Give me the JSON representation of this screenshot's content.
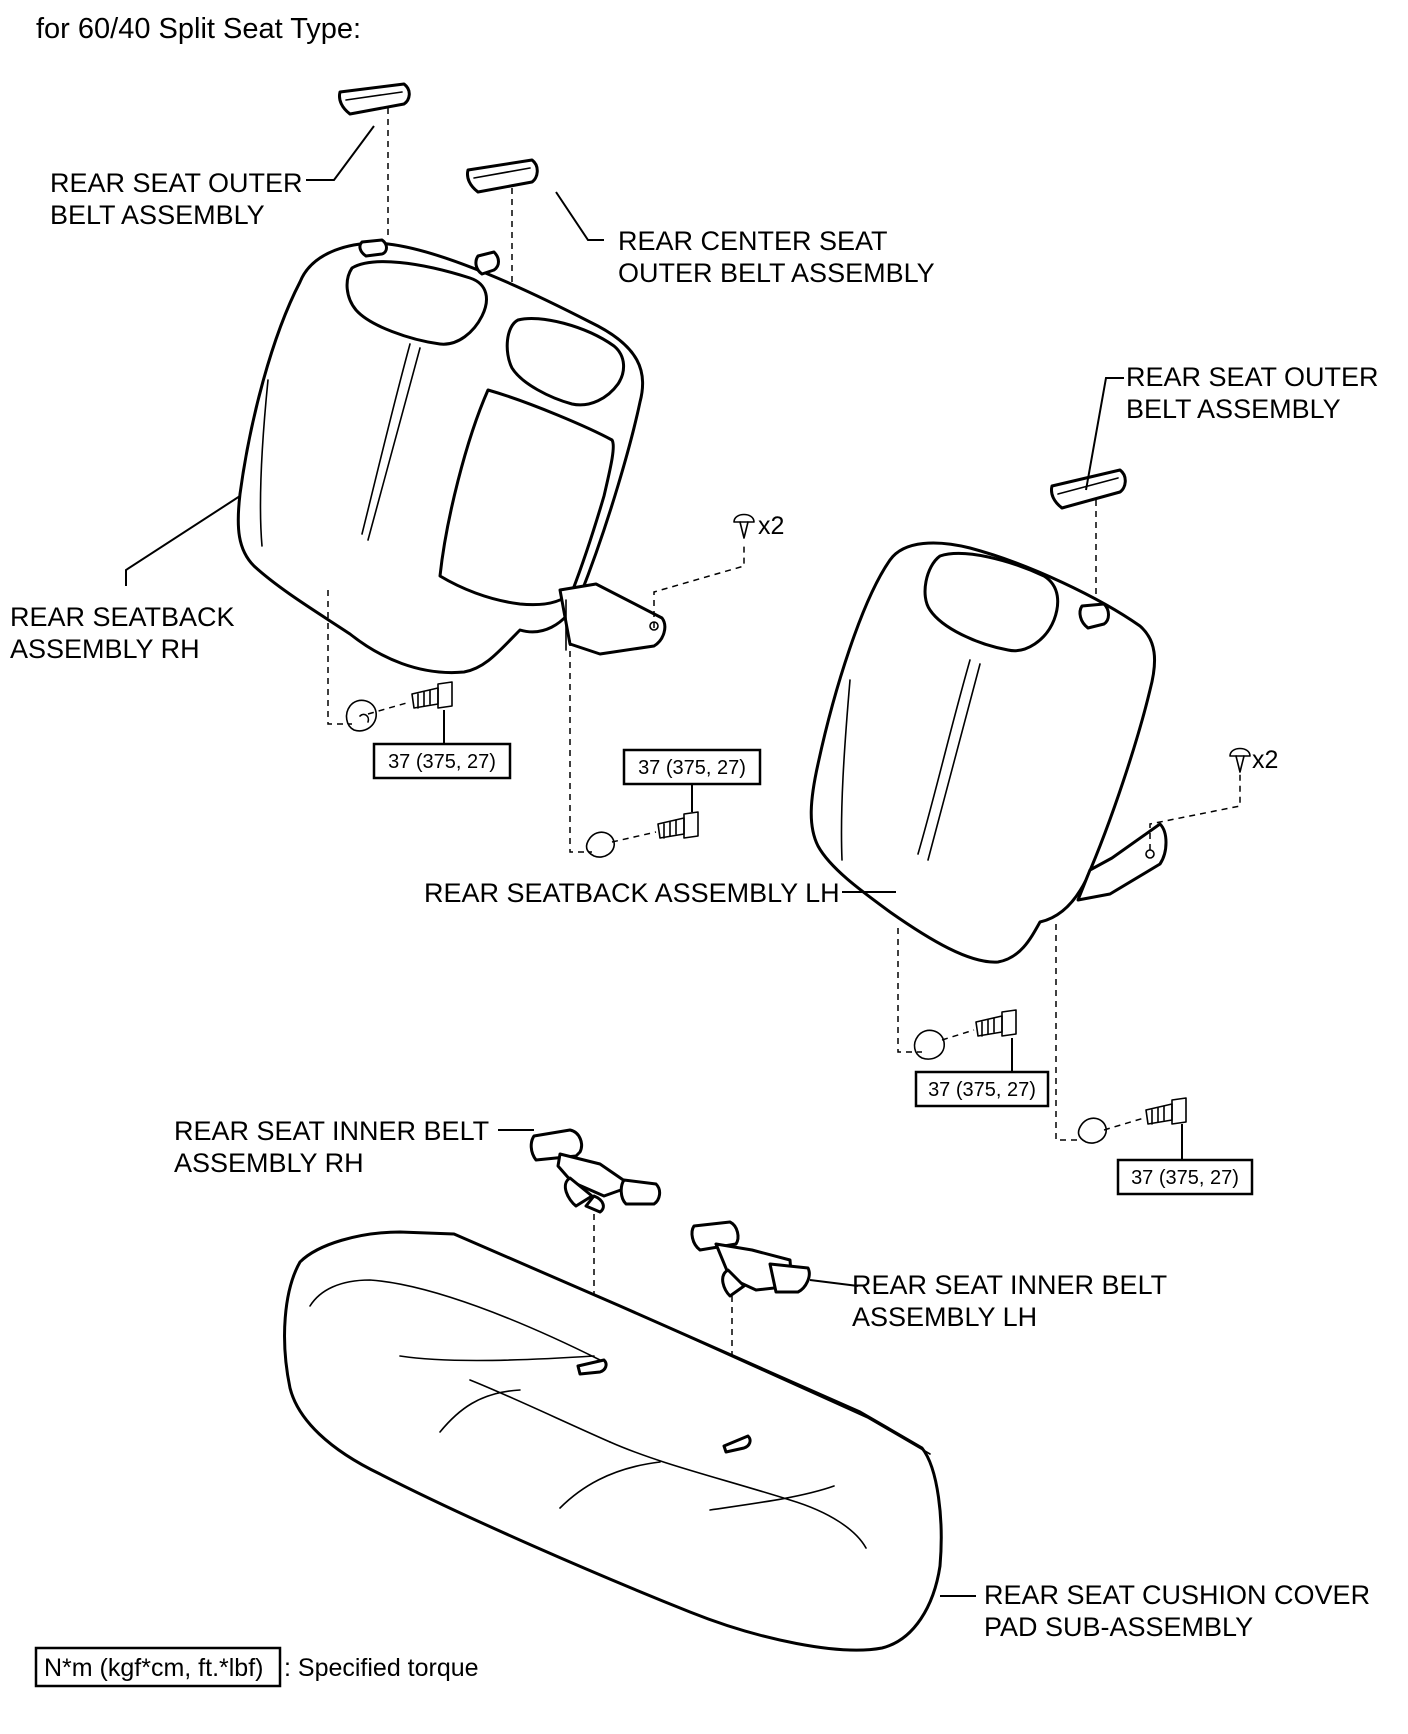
{
  "title": "for 60/40 Split Seat Type:",
  "labels": {
    "rear_seat_outer_belt_rh": [
      "REAR SEAT OUTER",
      "BELT ASSEMBLY"
    ],
    "rear_center_seat_outer_belt": [
      "REAR CENTER SEAT",
      "OUTER BELT ASSEMBLY"
    ],
    "rear_seat_outer_belt_lh": [
      "REAR SEAT OUTER",
      "BELT ASSEMBLY"
    ],
    "rear_seatback_rh": [
      "REAR SEATBACK",
      "ASSEMBLY RH"
    ],
    "rear_seatback_lh": "REAR SEATBACK ASSEMBLY LH",
    "rear_seat_inner_belt_rh": [
      "REAR SEAT INNER BELT",
      "ASSEMBLY RH"
    ],
    "rear_seat_inner_belt_lh": [
      "REAR SEAT INNER BELT",
      "ASSEMBLY LH"
    ],
    "rear_seat_cushion": [
      "REAR SEAT CUSHION COVER",
      "PAD SUB-ASSEMBLY"
    ]
  },
  "clip_qty": "x2",
  "torques": [
    "37 (375, 27)",
    "37 (375, 27)",
    "37 (375, 27)",
    "37 (375, 27)"
  ],
  "legend": {
    "unit": "N*m (kgf*cm, ft.*lbf)",
    "text": ": Specified torque"
  }
}
